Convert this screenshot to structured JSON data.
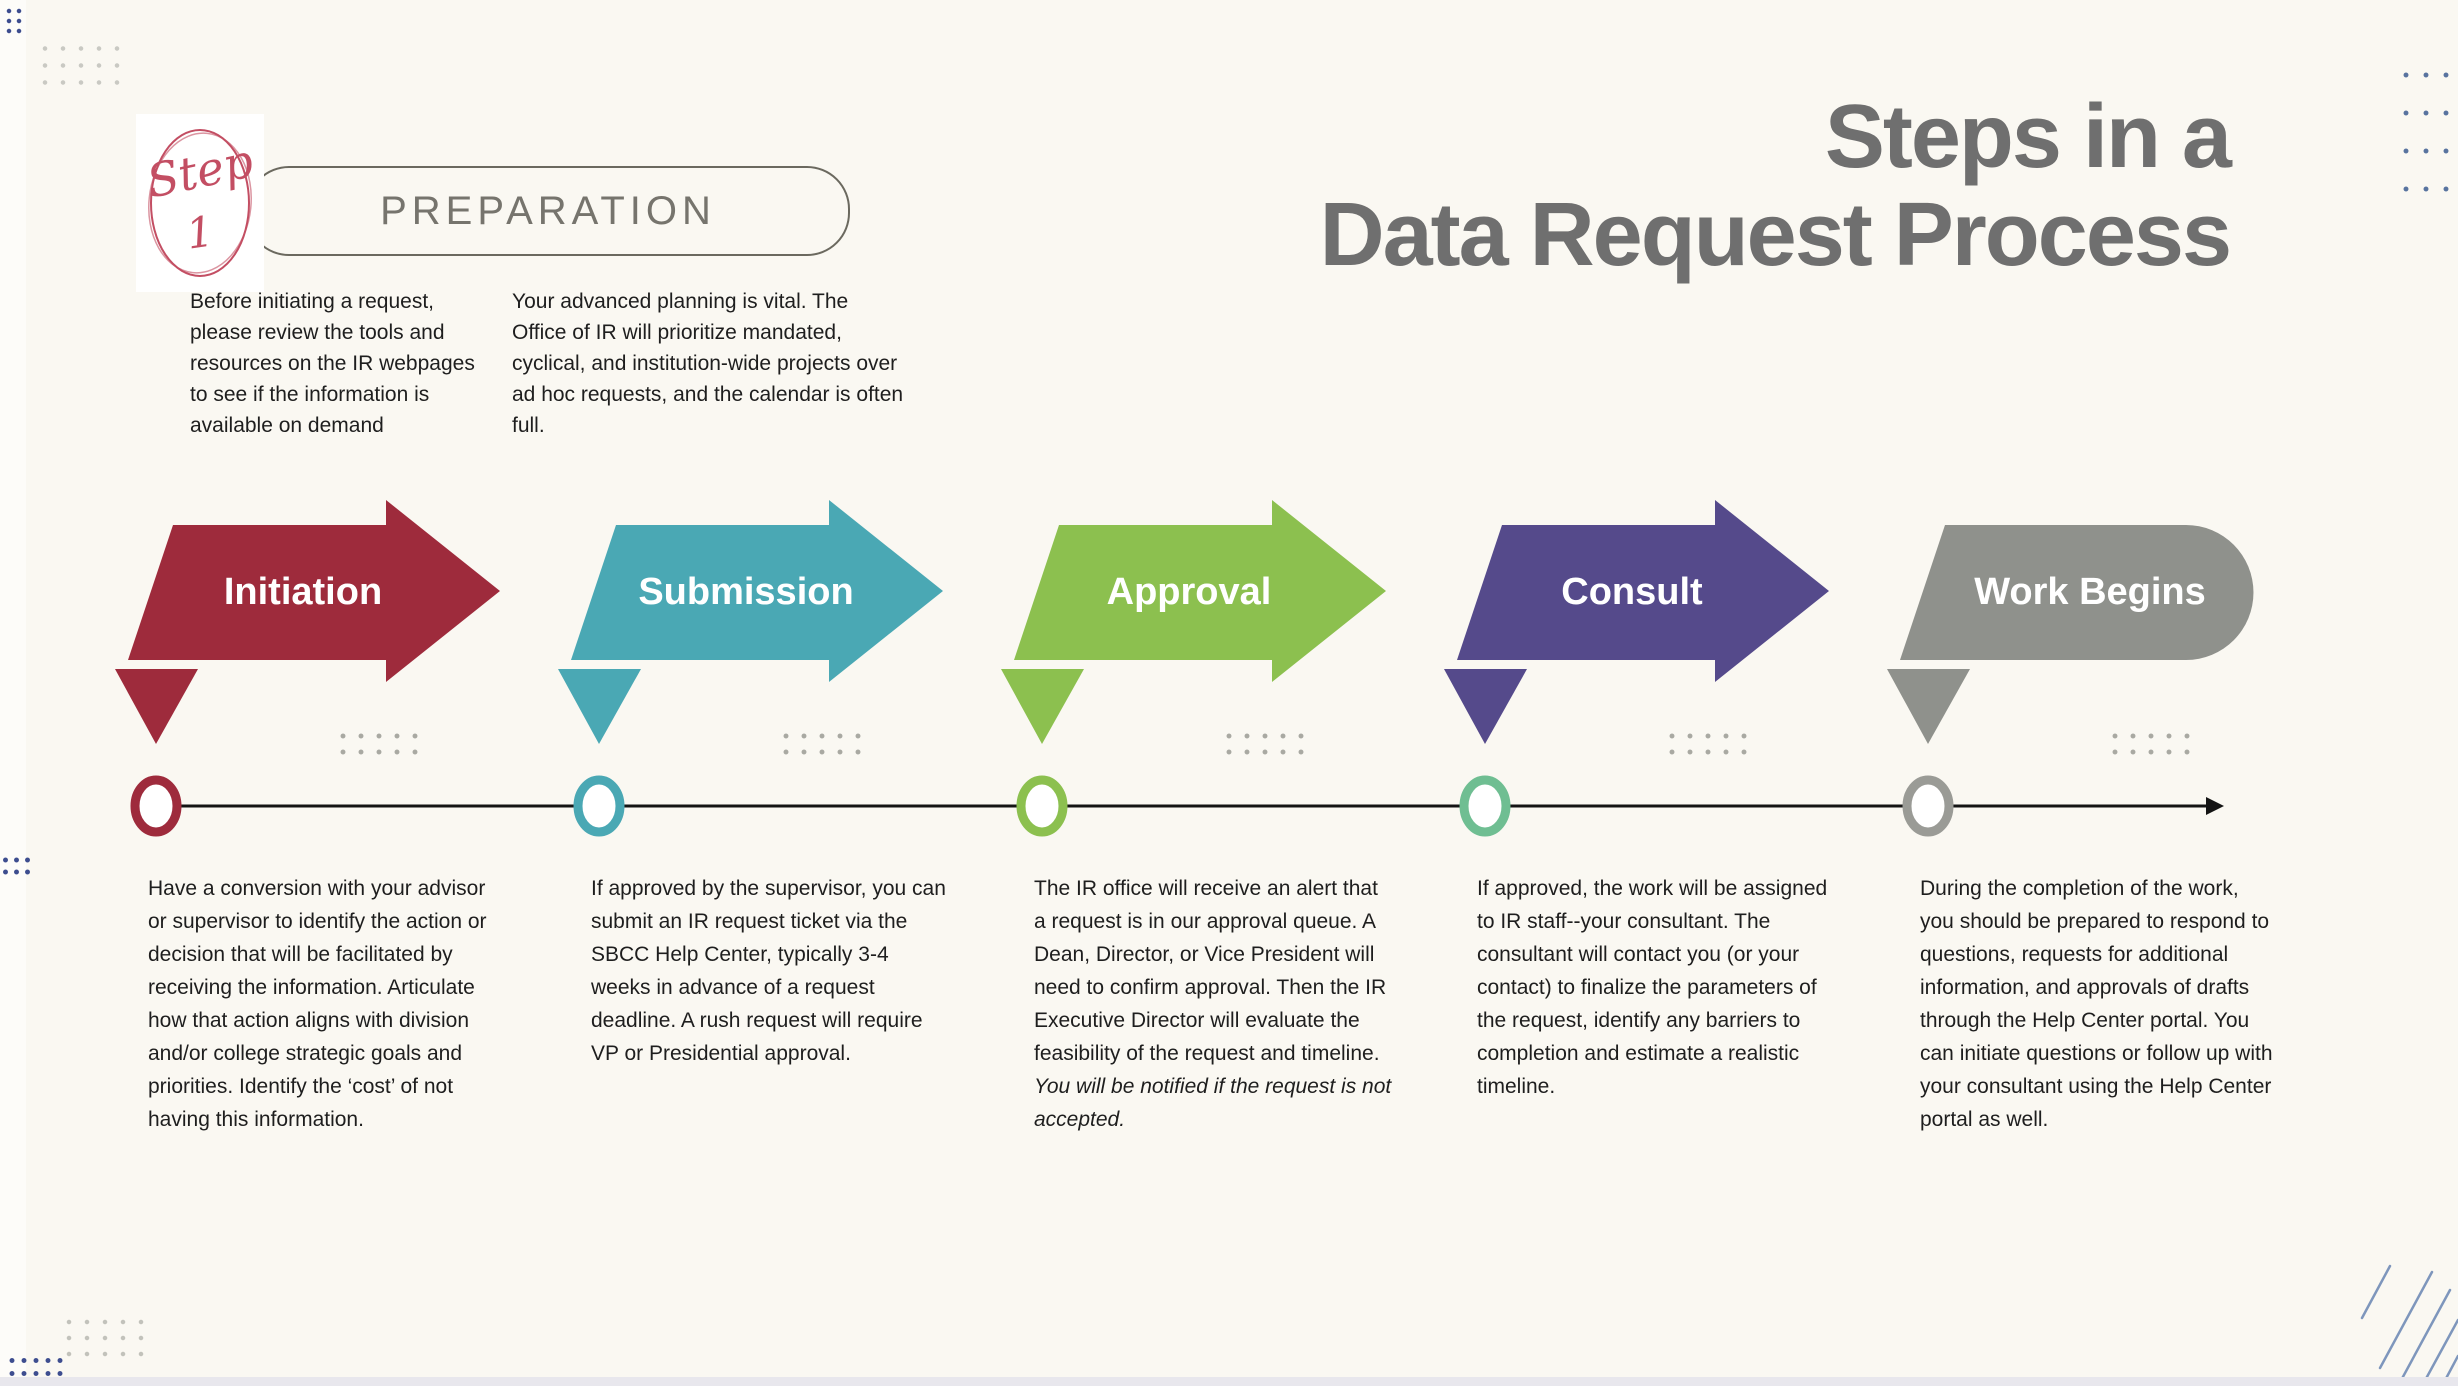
{
  "page": {
    "background": "#faf8f2",
    "title_line1": "Steps in a",
    "title_line2": "Data Request Process",
    "title_color": "#6f6f6f"
  },
  "step_badge": {
    "script_word": "Step",
    "number": "1",
    "color": "#c34e63"
  },
  "preparation": {
    "pill_label": "PREPARATION",
    "col1": "Before initiating a request, please review the tools and resources on the IR webpages to see if the information is available on demand",
    "col2": "Your advanced planning is vital. The Office of IR will prioritize mandated, cyclical, and institution-wide projects over ad hoc requests, and the calendar is often full."
  },
  "steps": [
    {
      "label": "Initiation",
      "color": "#9e2b3c",
      "dot_color": "#9e2b3c",
      "description": "Have a conversion with your advisor or supervisor to identify the action or decision that will be facilitated by receiving the information. Articulate how that action aligns with division and/or college strategic goals and priorities. Identify the ‘cost’ of not having this information."
    },
    {
      "label": "Submission",
      "color": "#4aa8b4",
      "dot_color": "#4aa8b4",
      "description": "If approved by the supervisor, you can submit an IR request ticket via the SBCC Help Center, typically 3-4 weeks in advance of a request deadline. A rush request will require VP or Presidential approval."
    },
    {
      "label": "Approval",
      "color": "#8cc04f",
      "dot_color": "#8cc04f",
      "description": "The IR office will receive an alert that a request is in our approval queue. A Dean, Director, or Vice President will need to confirm approval. Then the IR Executive Director will evaluate the feasibility of the request and timeline. ",
      "description_italic": "You will be notified if the request is not accepted."
    },
    {
      "label": "Consult",
      "color": "#554a8b",
      "dot_color": "#6fbe92",
      "description": "If approved, the work will be assigned to IR staff--your consultant. The consultant will contact you (or your contact) to finalize the parameters of the request, identify any barriers to completion and estimate a realistic timeline."
    },
    {
      "label": "Work Begins",
      "color": "#8f918c",
      "dot_color": "#9a9b96",
      "description": "During the completion of the work, you should be prepared to respond to questions, requests for additional information, and approvals of drafts through the Help Center portal. You can initiate questions or follow up with your consultant using the Help Center portal as well."
    }
  ]
}
